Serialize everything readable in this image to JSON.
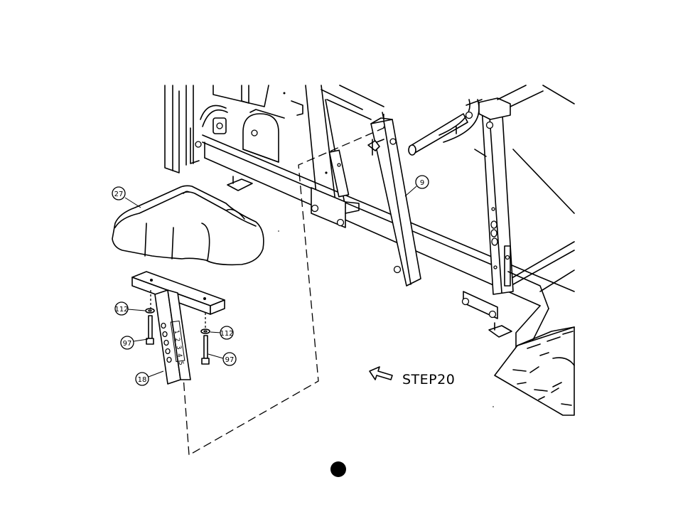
{
  "step": {
    "label": "STEP20"
  },
  "callouts": [
    {
      "id": "part-27",
      "label": "27"
    },
    {
      "id": "part-9",
      "label": "9"
    },
    {
      "id": "part-112-left",
      "label": "112"
    },
    {
      "id": "part-112-right",
      "label": "112"
    },
    {
      "id": "part-97-left",
      "label": "97"
    },
    {
      "id": "part-97-right",
      "label": "97"
    },
    {
      "id": "part-18",
      "label": "18"
    }
  ],
  "post_scale": [
    "1",
    "2",
    "3",
    "4",
    "5"
  ],
  "colors": {
    "line": "#000000",
    "background": "#ffffff"
  },
  "icons": {
    "step_arrow": "left-arrow-icon",
    "page_marker": "filled-circle-icon"
  }
}
